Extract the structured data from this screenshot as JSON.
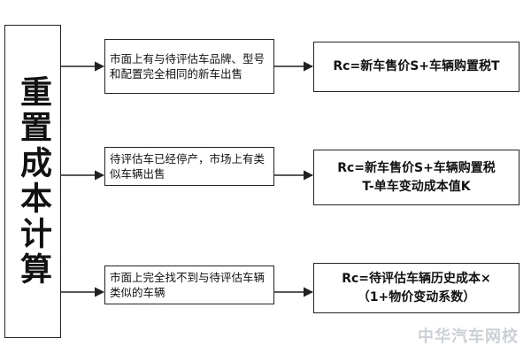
{
  "root": {
    "title": "重置成本计算"
  },
  "rows": [
    {
      "condition": "市面上有与待评估车品牌、型号和配置完全相同的新车出售",
      "formula_lines": [
        "Rc=新车售价S+车辆购置税T"
      ]
    },
    {
      "condition": "待评估车已经停产，市场上有类似车辆出售",
      "formula_lines": [
        "Rc=新车售价S+车辆购置税",
        "T-单车变动成本值K"
      ]
    },
    {
      "condition": "市面上完全找不到与待评估车辆类似的车辆",
      "formula_lines": [
        "Rc=待评估车辆历史成本×",
        "（1+物价变动系数）"
      ]
    }
  ],
  "watermark": {
    "text": "中华汽车网校"
  },
  "colors": {
    "line": "#222222",
    "text": "#111111",
    "watermark": "#bfc5cc"
  }
}
